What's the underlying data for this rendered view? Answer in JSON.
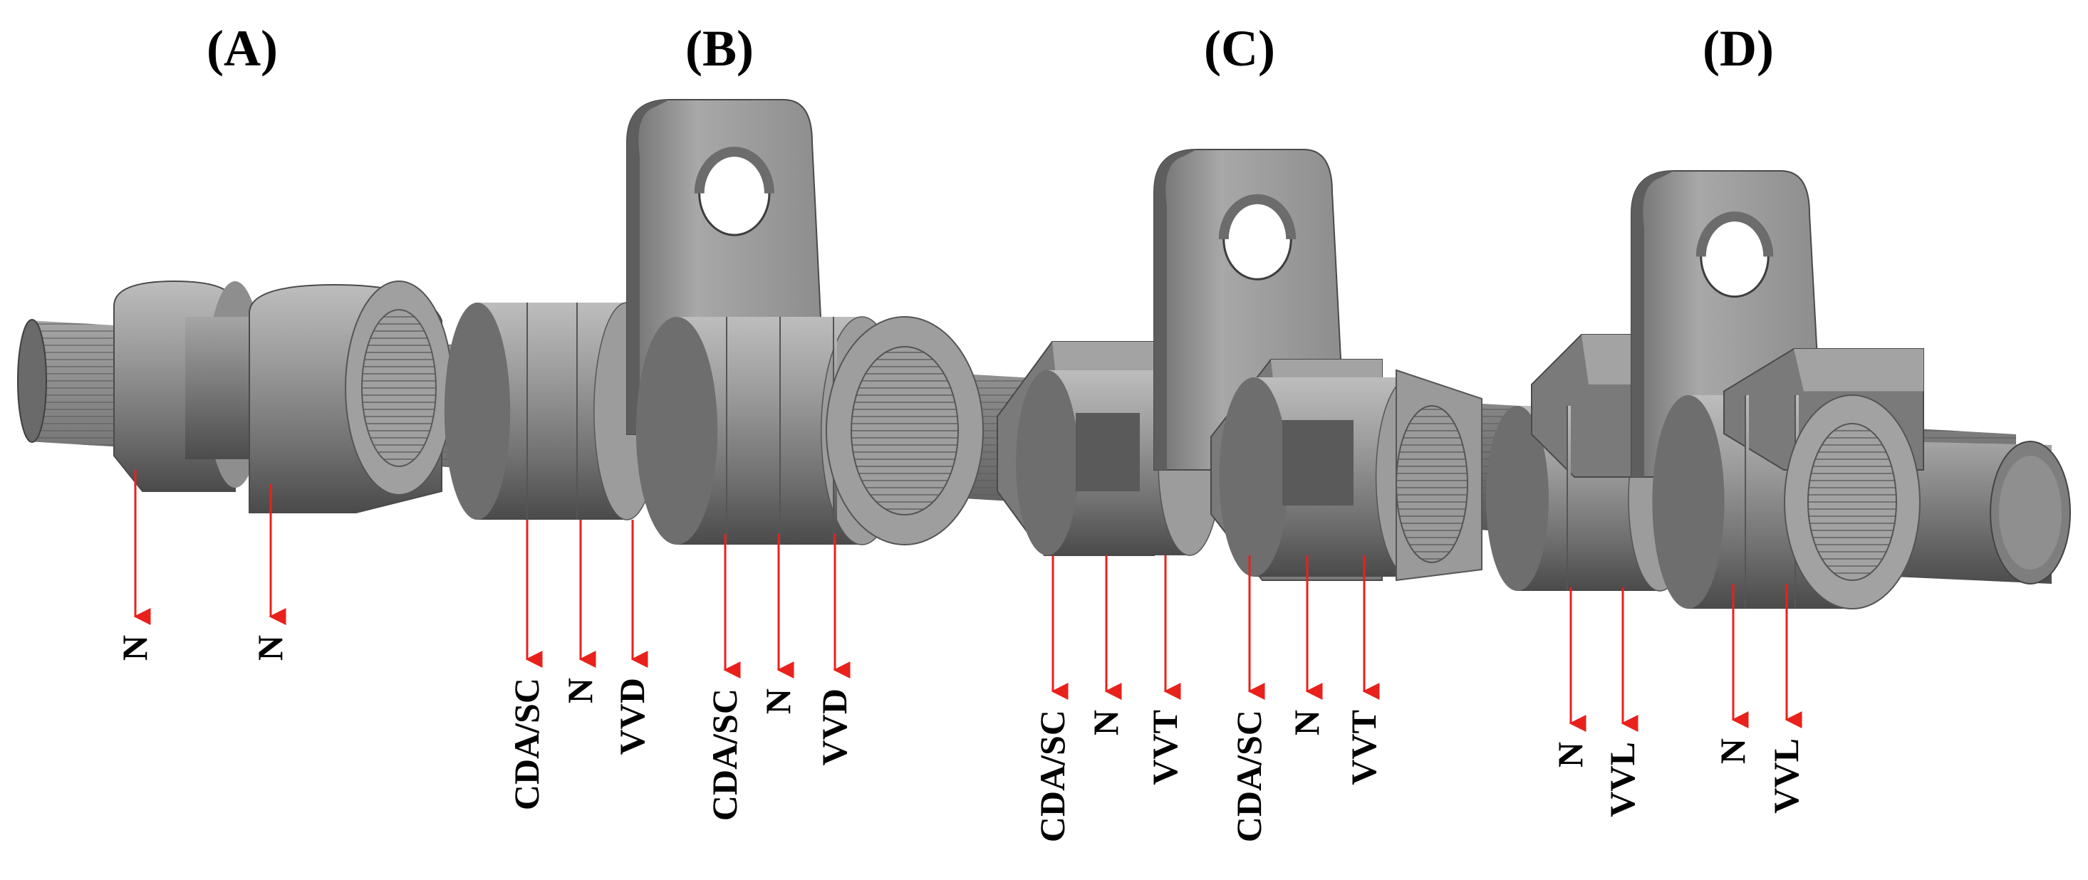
{
  "colors": {
    "arrow": "#e8211c",
    "steel_light": "#b3b3b3",
    "steel_mid": "#8a8a8a",
    "steel_dark": "#4e4e4e",
    "label": "#000000",
    "background": "#ffffff"
  },
  "panels": [
    {
      "title": "(A)",
      "lobes": [
        {
          "label": "N"
        },
        {
          "label": "N"
        }
      ]
    },
    {
      "title": "(B)",
      "lobes": [
        {
          "label": "CDA/SC"
        },
        {
          "label": "N"
        },
        {
          "label": "VVD"
        },
        {
          "label": "CDA/SC"
        },
        {
          "label": "N"
        },
        {
          "label": "VVD"
        }
      ]
    },
    {
      "title": "(C)",
      "lobes": [
        {
          "label": "CDA/SC"
        },
        {
          "label": "N"
        },
        {
          "label": "VVT"
        },
        {
          "label": "CDA/SC"
        },
        {
          "label": "N"
        },
        {
          "label": "VVT"
        }
      ]
    },
    {
      "title": "(D)",
      "lobes": [
        {
          "label": "N"
        },
        {
          "label": "VVL"
        },
        {
          "label": "N"
        },
        {
          "label": "VVL"
        }
      ]
    }
  ]
}
